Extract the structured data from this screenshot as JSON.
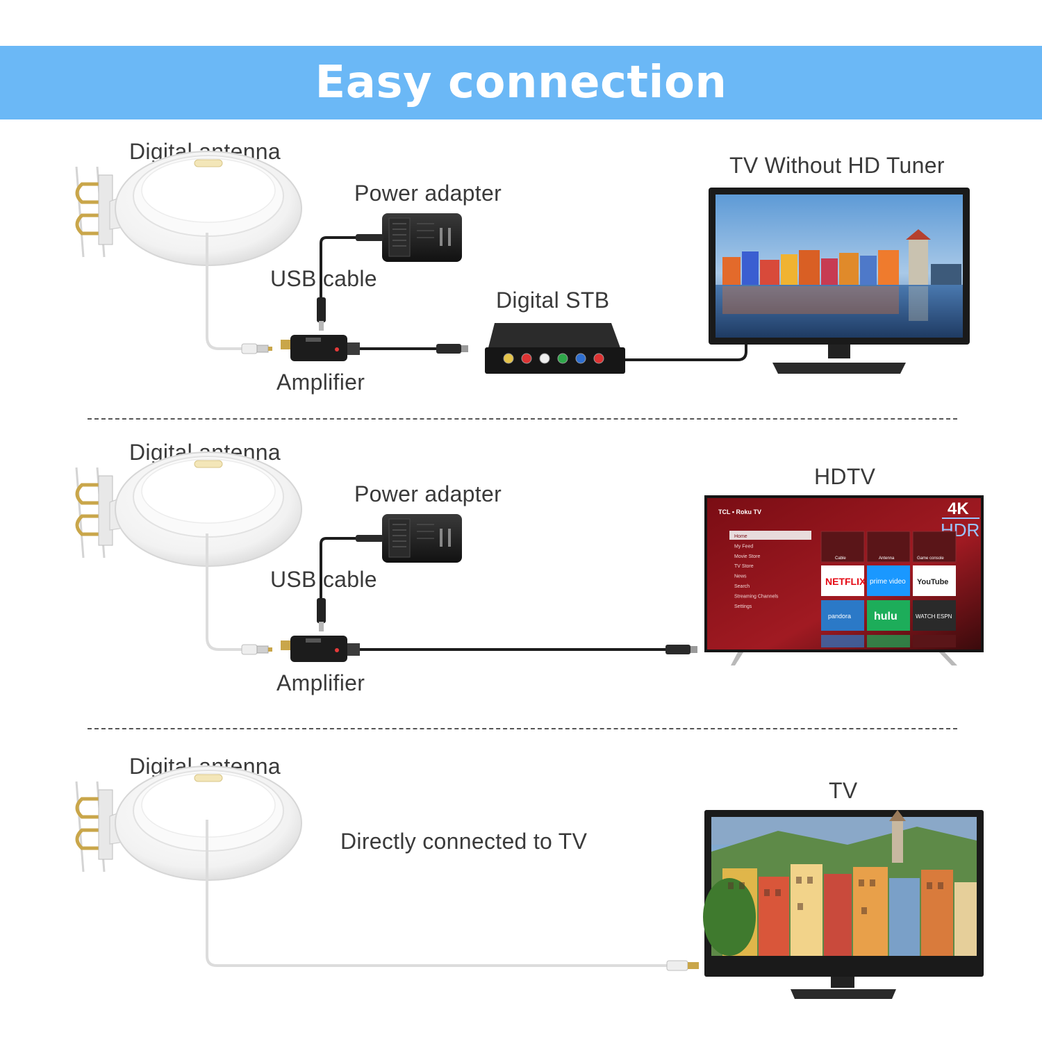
{
  "header": {
    "title": "Easy connection"
  },
  "labels": {
    "digital_antenna": "Digital antenna",
    "power_adapter": "Power adapter",
    "usb_cable": "USB cable",
    "amplifier": "Amplifier",
    "digital_stb": "Digital STB",
    "tv_without_hd_tuner": "TV Without HD Tuner",
    "hdtv": "HDTV",
    "tv": "TV",
    "directly_connected": "Directly connected to TV"
  },
  "hdtv_screen": {
    "brand": "TCL • Roku TV",
    "badge_top": "4K",
    "badge_bottom": "HDR",
    "menu": [
      "Home",
      "My Feed",
      "Movie Store",
      "TV Store",
      "News",
      "Search",
      "Streaming Channels",
      "Settings"
    ],
    "tiles_row1": [
      "Cable",
      "Antenna",
      "Game console"
    ],
    "tiles_row2": [
      "NETFLIX",
      "prime video",
      "YouTube"
    ],
    "tiles_row3": [
      "pandora",
      "hulu",
      "WATCH ESPN"
    ]
  },
  "colors": {
    "banner": "#6bb8f6",
    "banner_text": "#ffffff"
  }
}
